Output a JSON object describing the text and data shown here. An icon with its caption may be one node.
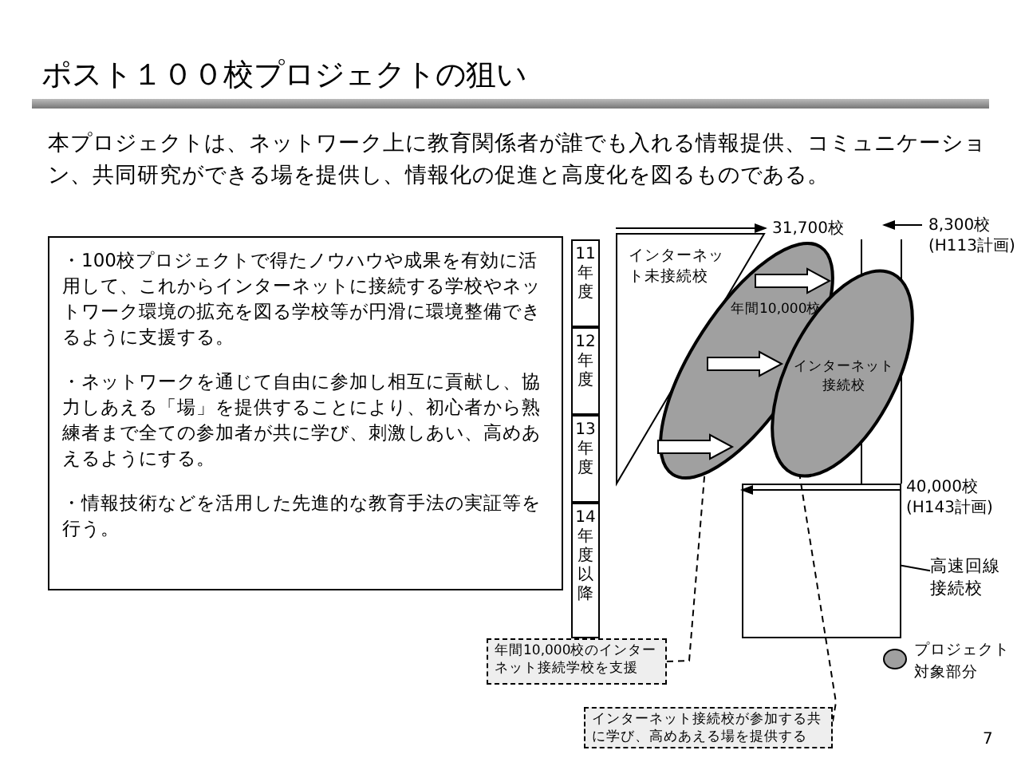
{
  "diagram": {
    "title": "ポスト１００校プロジェクトの狙い",
    "nodes": [
      {
        "text": [
          "・100校プロジェクトで得たノウハウや成果を有効に活用して、これからインターネットに接続する学校やネットワーク環境の拡充を図る学校等が円滑に環境整備できるように支援する。",
          "・ネットワークを通じて自由に参加し相互に貢献し、協力しあえる「場」を提供することにより、初心者から熟練者まで全ての参加者が共に学び、刺激しあい、高めあえるようにする。",
          "・情報技術などを活用した先進的な教育手法の実証等を行う。"
        ]
      },
      {
        "text": [
          "11年度"
        ]
      },
      {
        "text": [
          "12年度"
        ]
      },
      {
        "text": [
          "13年度"
        ]
      },
      {
        "text": [
          "14年度以降"
        ]
      },
      {
        "text": [
          "インターネット未接続校"
        ]
      },
      {
        "text": [
          "年間10,000校"
        ]
      },
      {
        "text": [
          "インターネット接続校"
        ]
      },
      {
        "text": [],
        "shape": "box"
      },
      {
        "text": [
          "年間10,000校のインターネット接続学校を支援"
        ]
      },
      {
        "text": [
          "インターネット接続校が参加する共に学び、高めあえる場を提供する"
        ]
      },
      {
        "text": [
          "高速回線接続校"
        ]
      }
    ],
    "edges": [
      {
        "from": 9,
        "to": 6,
        "arrow": "none",
        "style": "dashed"
      },
      {
        "from": 10,
        "to": 7,
        "arrow": "none",
        "style": "dashed"
      },
      {
        "from": 11,
        "to": 8,
        "arrow": "none"
      }
    ],
    "labels": [
      "本プロジェクトは、ネットワーク上に教育関係者が誰でも入れる情報提供、コミュニケーション、共同研究ができる場を提供し、情報化の促進と高度化を図るものである。",
      "31,700校",
      "8,300校",
      "(H113計画)",
      "40,000校",
      "(H143計画)",
      "7"
    ],
    "legend": [
      {
        "text": "プロジェクト対象部分",
        "color": "#a0a0a0"
      }
    ]
  }
}
